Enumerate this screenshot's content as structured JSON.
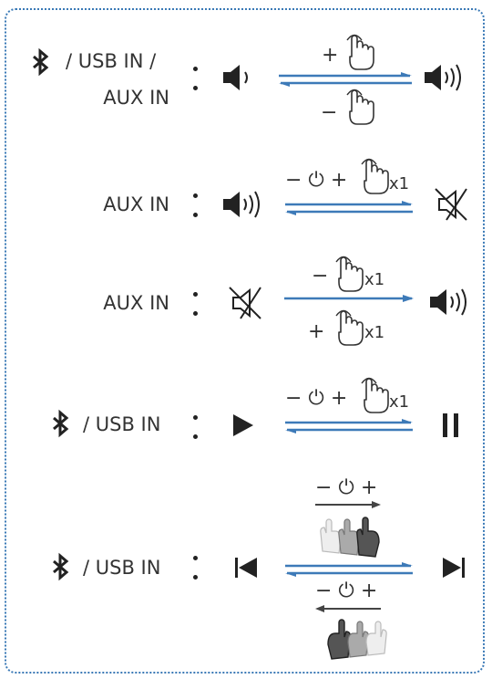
{
  "rows": [
    {
      "source_line1": "/ USB IN /",
      "source_line2": "AUX IN",
      "plus": "+",
      "minus": "−"
    },
    {
      "source": "AUX IN",
      "top": "− ⏻ +",
      "count": "x1"
    },
    {
      "source": "AUX IN",
      "top_minus": "−",
      "top_count": "x1",
      "bottom_plus": "+",
      "bottom_count": "x1"
    },
    {
      "source": "/ USB IN",
      "top": "− ⏻ +",
      "count": "x1"
    },
    {
      "source": "/ USB IN",
      "top": "− ⏻ +",
      "bottom": "− ⏻ +"
    }
  ],
  "colors": {
    "arrow_blue": "#3d7ab8",
    "frame": "#3a79b6",
    "ink": "#222222"
  },
  "icons": [
    "bluetooth-icon",
    "speaker-low-icon",
    "speaker-high-icon",
    "mute-icon",
    "play-icon",
    "pause-icon",
    "previous-icon",
    "next-icon",
    "hand-press-icon",
    "power-icon"
  ]
}
